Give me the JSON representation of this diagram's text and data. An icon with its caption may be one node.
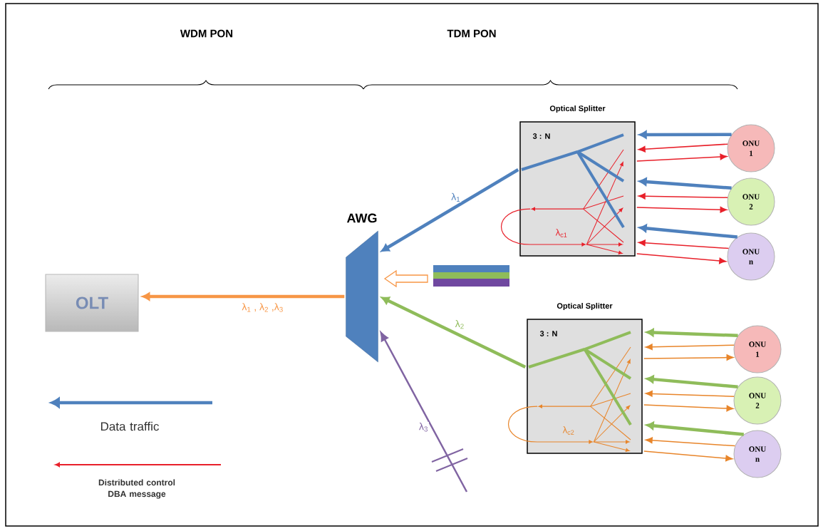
{
  "diagram": {
    "nodes": [
      {
        "text": [
          "OLT"
        ]
      },
      {
        "text": [
          "AWG"
        ]
      },
      {
        "text": [
          "Optical Splitter",
          "3 : N",
          "λ$_{c1}$"
        ]
      },
      {
        "text": [
          "ONU 1"
        ]
      },
      {
        "text": [
          "ONU 2"
        ]
      },
      {
        "text": [
          "ONU n"
        ]
      },
      {
        "text": [
          "Optical Splitter",
          "3 : N",
          "λ$_{c2}$"
        ]
      },
      {
        "text": [
          "ONU 1"
        ]
      },
      {
        "text": [
          "ONU 2"
        ]
      },
      {
        "text": [
          "ONU n"
        ]
      }
    ],
    "edges": [
      {
        "from": 1,
        "to": 0,
        "arrow": "to",
        "label": "λ$_{1}$ , λ$_{2}$ ,λ$_{3}$",
        "style": "thick",
        "color": "#f79646"
      },
      {
        "from": 2,
        "to": 1,
        "arrow": "to",
        "label": "λ$_{1}$",
        "style": "thick",
        "color": "#4f81bd"
      },
      {
        "from": 6,
        "to": 1,
        "arrow": "to",
        "label": "λ$_{2}$",
        "style": "thick",
        "color": "#8fbc5a"
      },
      {
        "from": null,
        "to": 1,
        "arrow": "to",
        "label": "λ$_{3}$",
        "color": "#8064a2"
      },
      {
        "from": 3,
        "to": 2,
        "arrow": "to",
        "style": "thick",
        "color": "#4f81bd"
      },
      {
        "from": 3,
        "to": 2,
        "arrow": "to",
        "color": "#e8202a"
      },
      {
        "from": 2,
        "to": 3,
        "arrow": "to",
        "color": "#e8202a"
      },
      {
        "from": 4,
        "to": 2,
        "arrow": "to",
        "style": "thick",
        "color": "#4f81bd"
      },
      {
        "from": 4,
        "to": 2,
        "arrow": "to",
        "color": "#e8202a"
      },
      {
        "from": 2,
        "to": 4,
        "arrow": "to",
        "color": "#e8202a"
      },
      {
        "from": 5,
        "to": 2,
        "arrow": "to",
        "style": "thick",
        "color": "#4f81bd"
      },
      {
        "from": 5,
        "to": 2,
        "arrow": "to",
        "color": "#e8202a"
      },
      {
        "from": 2,
        "to": 5,
        "arrow": "to",
        "color": "#e8202a"
      },
      {
        "from": 7,
        "to": 6,
        "arrow": "to",
        "style": "thick",
        "color": "#8fbc5a"
      },
      {
        "from": 7,
        "to": 6,
        "arrow": "to",
        "color": "#e8852a"
      },
      {
        "from": 6,
        "to": 7,
        "arrow": "to",
        "color": "#e8852a"
      },
      {
        "from": 8,
        "to": 6,
        "arrow": "to",
        "style": "thick",
        "color": "#8fbc5a"
      },
      {
        "from": 8,
        "to": 6,
        "arrow": "to",
        "color": "#e8852a"
      },
      {
        "from": 6,
        "to": 8,
        "arrow": "to",
        "color": "#e8852a"
      },
      {
        "from": 9,
        "to": 6,
        "arrow": "to",
        "style": "thick",
        "color": "#8fbc5a"
      },
      {
        "from": 9,
        "to": 6,
        "arrow": "to",
        "color": "#e8852a"
      },
      {
        "from": 6,
        "to": 9,
        "arrow": "to",
        "color": "#e8852a"
      }
    ],
    "labels": [
      "WDM PON",
      "TDM PON"
    ],
    "legend": [
      {
        "text": "Data traffic"
      },
      {
        "text": "Distributed control DBA message"
      }
    ]
  }
}
